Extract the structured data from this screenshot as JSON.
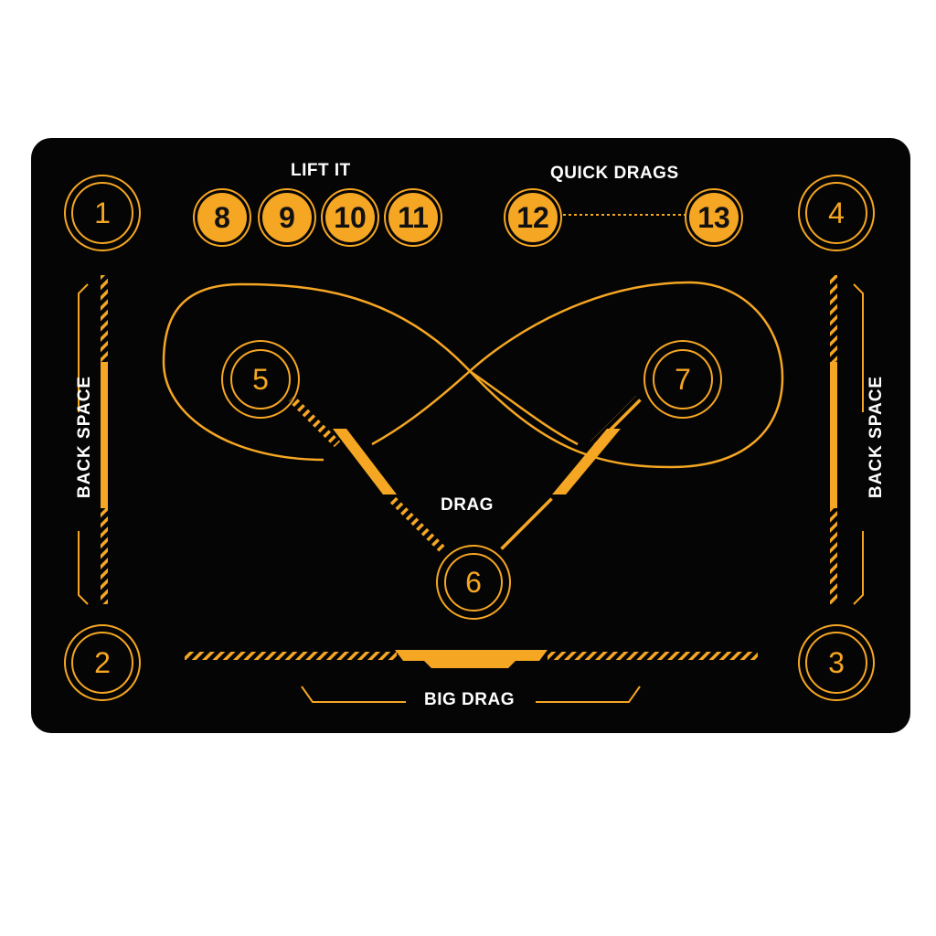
{
  "mat": {
    "accent_color": "#f5a623",
    "background_color": "#050505",
    "label_color": "#ffffff"
  },
  "labels": {
    "lift_it": "LIFT IT",
    "quick_drags": "QUICK DRAGS",
    "drag": "DRAG",
    "big_drag": "BIG DRAG",
    "back_space_left": "BACK SPACE",
    "back_space_right": "BACK SPACE"
  },
  "corner_buttons": [
    "1",
    "2",
    "3",
    "4"
  ],
  "lift_buttons": [
    "8",
    "9",
    "10",
    "11"
  ],
  "quick_drag_buttons": [
    "12",
    "13"
  ],
  "drag_buttons": [
    "5",
    "6",
    "7"
  ]
}
